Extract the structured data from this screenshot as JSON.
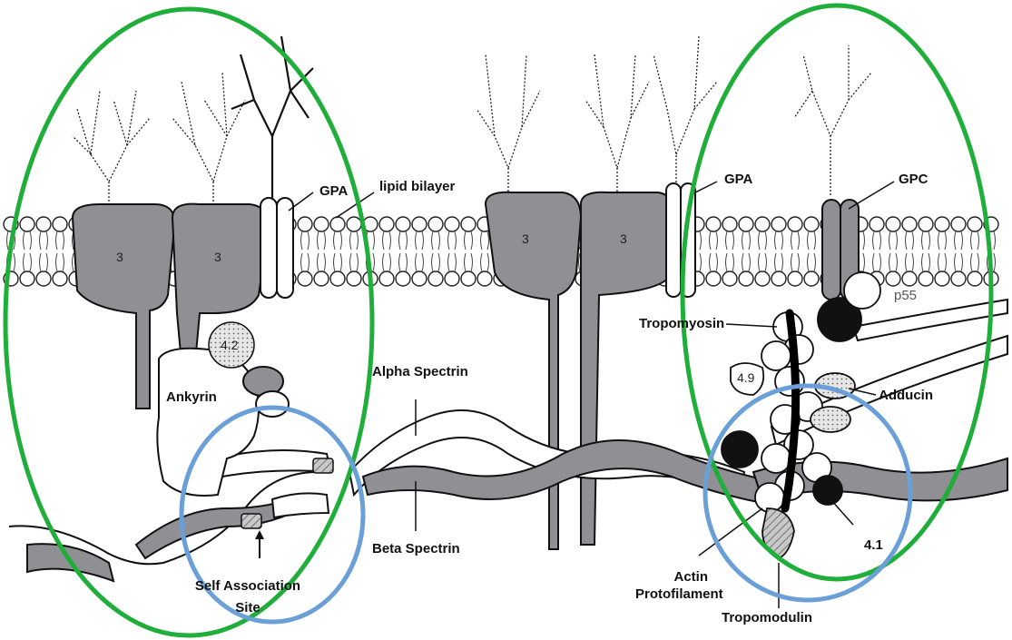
{
  "labels": {
    "gpa_left": "GPA",
    "lipid_bilayer": "lipid bilayer",
    "gpa_right": "GPA",
    "gpc": "GPC",
    "p55": "p55",
    "tropomyosin": "Tropomyosin",
    "alpha_spectrin": "Alpha Spectrin",
    "ankyrin": "Ankyrin",
    "band_4_2": "4.2",
    "band_4_9": "4.9",
    "adducin": "Adducin",
    "beta_spectrin": "Beta Spectrin",
    "self_association_line1": "Self Association",
    "self_association_line2": "Site",
    "actin_line1": "Actin",
    "actin_line2": "Protofilament",
    "band_4_1": "4.1",
    "tropomodulin": "Tropomodulin",
    "band3_a": "3",
    "band3_b": "3",
    "band3_c": "3",
    "band3_d": "3"
  },
  "colors": {
    "highlight_green": "#1fae3a",
    "highlight_blue": "#6a9fd8",
    "protein_fill": "#8f8f94",
    "outline": "#111111"
  }
}
